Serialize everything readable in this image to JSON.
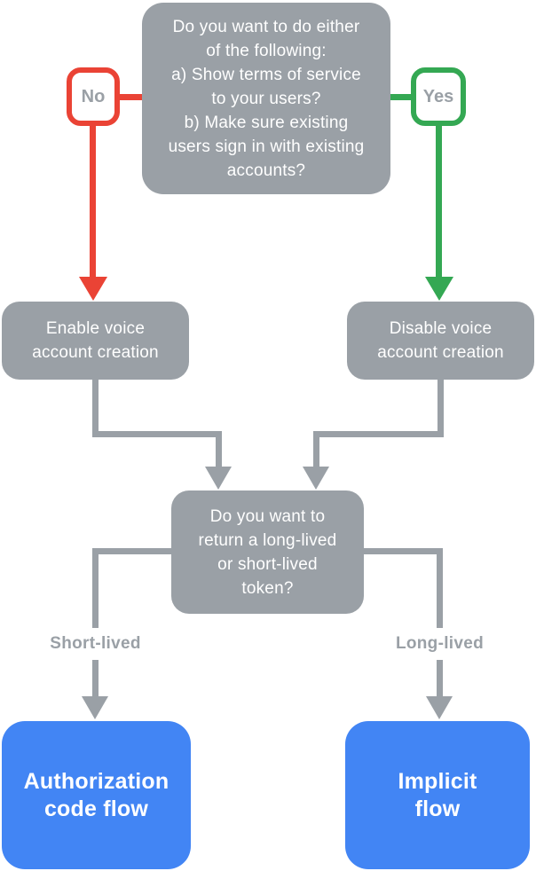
{
  "palette": {
    "node_gray": "#9AA0A6",
    "branch_no_red": "#EA4335",
    "branch_yes_green": "#34A853",
    "result_blue": "#4285F4",
    "node_text_color": "#FFFFFF",
    "label_text_color": "#9AA0A6",
    "label_background": "#FFFFFF"
  },
  "flowchart": {
    "root_question": "Do you want to do either\nof the following:\na) Show terms of service\nto your users?\nb) Make sure existing\nusers sign in with existing\naccounts?",
    "branch_no_label": "No",
    "branch_yes_label": "Yes",
    "enable_node": "Enable voice\naccount creation",
    "disable_node": "Disable voice\naccount creation",
    "token_question": "Do you want to\nreturn a long-lived\nor short-lived\ntoken?",
    "short_lived_label": "Short-lived",
    "long_lived_label": "Long-lived",
    "auth_code_node": "Authorization\ncode flow",
    "implicit_node": "Implicit\nflow"
  }
}
